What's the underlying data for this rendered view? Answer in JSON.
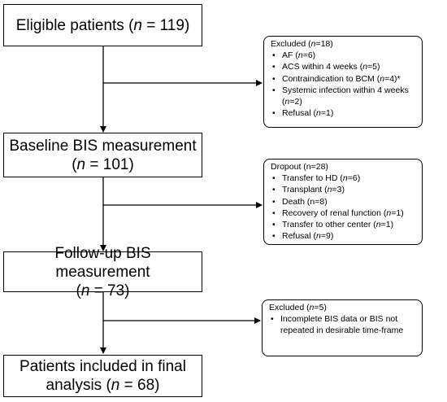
{
  "main_boxes": {
    "eligible": {
      "lines": [
        {
          "pre": "Eligible patients (",
          "n": "n",
          "post": " = 119)"
        }
      ]
    },
    "baseline": {
      "lines": [
        {
          "pre": "Baseline BIS measurement",
          "n": "",
          "post": ""
        },
        {
          "pre": "(",
          "n": "n",
          "post": " = 101)"
        }
      ]
    },
    "followup": {
      "lines": [
        {
          "pre": "Follow-up BIS measurement",
          "n": "",
          "post": ""
        },
        {
          "pre": "(",
          "n": "n",
          "post": " = 73)"
        }
      ]
    },
    "final": {
      "lines": [
        {
          "pre": "Patients included in final",
          "n": "",
          "post": ""
        },
        {
          "pre": "analysis (",
          "n": "n",
          "post": " = 68)"
        }
      ]
    }
  },
  "side_boxes": {
    "excluded1": {
      "header": {
        "pre": "Excluded (",
        "n": "n",
        "post": "=18)"
      },
      "items": [
        {
          "pre": "AF (",
          "n": "n",
          "post": "=6)"
        },
        {
          "pre": "ACS within 4 weeks (",
          "n": "n",
          "post": "=5)"
        },
        {
          "pre": "Contraindication to BCM (",
          "n": "n",
          "post": "=4)*"
        },
        {
          "pre": "Systemic infection within 4 weeks (",
          "n": "n",
          "post": "=2)"
        },
        {
          "pre": "Refusal (",
          "n": "n",
          "post": "=1)"
        }
      ]
    },
    "dropout": {
      "header": {
        "pre": "Dropout (n=28)",
        "n": "",
        "post": ""
      },
      "items": [
        {
          "pre": "Transfer to HD (",
          "n": "n",
          "post": "=6)"
        },
        {
          "pre": "Transplant (",
          "n": "n",
          "post": "=3)"
        },
        {
          "pre": "Death (n=8)",
          "n": "",
          "post": ""
        },
        {
          "pre": "Recovery of renal function (",
          "n": "n",
          "post": "=1)"
        },
        {
          "pre": "Transfer to other center (",
          "n": "n",
          "post": "=1)"
        },
        {
          "pre": "Refusal  (",
          "n": "n",
          "post": "=9)"
        }
      ]
    },
    "excluded2": {
      "header": {
        "pre": "Excluded (",
        "n": "n",
        "post": "=5)"
      },
      "items": [
        {
          "pre": "Incomplete BIS data or BIS not repeated in desirable time-frame",
          "n": "",
          "post": ""
        }
      ]
    }
  }
}
